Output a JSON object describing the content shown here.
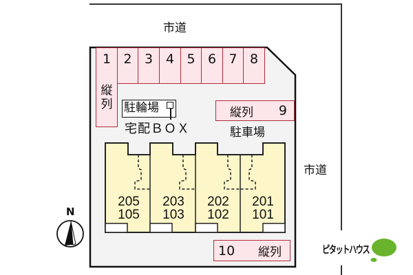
{
  "roads": {
    "top_label": "市道",
    "right_label": "市道"
  },
  "parking": {
    "slots_top": [
      "1",
      "2",
      "3",
      "4",
      "5",
      "6",
      "7",
      "8"
    ],
    "slot1_vertical_text": [
      "縦",
      "列"
    ],
    "slot9": {
      "text": "縦列",
      "num": "9"
    },
    "slot10": {
      "num": "10",
      "text": "縦列"
    },
    "area_label": "駐車場"
  },
  "bicycle_parking": {
    "label": "駐輪場",
    "delivery_box": "宅配ＢＯＸ"
  },
  "building": {
    "units": [
      {
        "upper": "205",
        "lower": "105"
      },
      {
        "upper": "203",
        "lower": "103"
      },
      {
        "upper": "202",
        "lower": "102"
      },
      {
        "upper": "201",
        "lower": "101"
      }
    ]
  },
  "compass": {
    "label": "N"
  },
  "logo": {
    "text": "ピタットハウス"
  },
  "colors": {
    "lot_fill": "#f3f3f3",
    "slot_fill": "#fde6ea",
    "slot_border": "#b02a3a",
    "building_fill": "#fdf6c8",
    "logo_green": "#6ab42d"
  }
}
